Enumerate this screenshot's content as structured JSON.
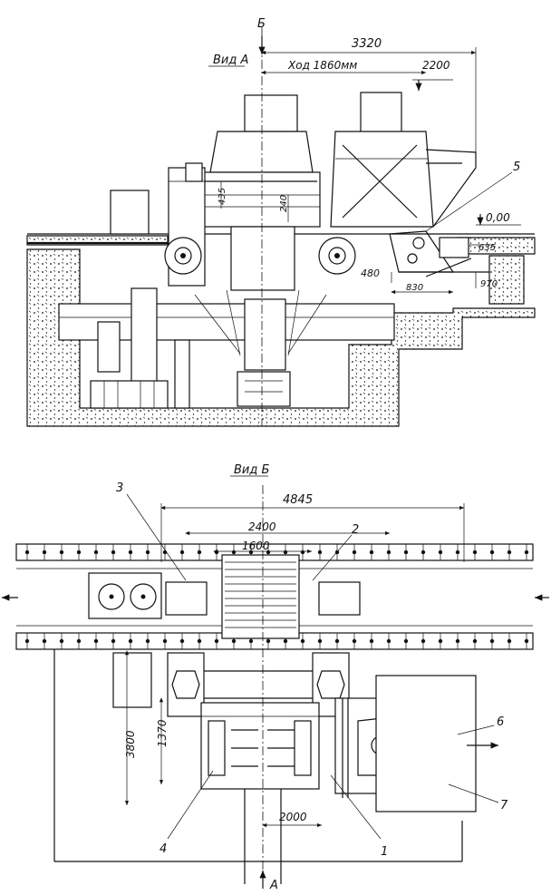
{
  "view_a": {
    "title": "Вид А",
    "section_mark": "Б",
    "dim_overall": "3320",
    "dim_stroke": "Ход 1860мм",
    "dim_height": "2200",
    "dim_435": "435",
    "dim_240": "240",
    "level_zero": "0,00",
    "dim_635": "635",
    "dim_480": "480",
    "dim_830": "830",
    "dim_970": "970",
    "callout_5": "5"
  },
  "view_b": {
    "title": "Вид Б",
    "dim_4845": "4845",
    "dim_2400": "2400",
    "dim_1600": "1600",
    "dim_3800": "3800",
    "dim_1370": "1370",
    "dim_2000": "2000",
    "section_mark": "A",
    "callout_1": "1",
    "callout_2": "2",
    "callout_3": "3",
    "callout_4": "4",
    "callout_6": "6",
    "callout_7": "7"
  }
}
